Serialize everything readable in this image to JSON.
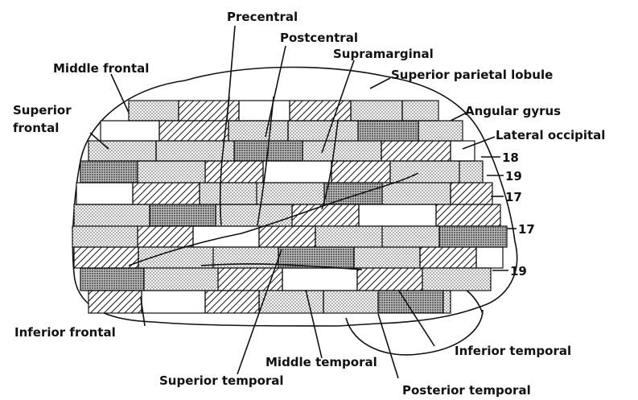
{
  "labels": {
    "precentral": "Precentral",
    "postcentral": "Postcentral",
    "supramarginal": "Supramarginal",
    "superior_parietal_lobule": "Superior parietal lobule",
    "middle_frontal": "Middle frontal",
    "superior_frontal_1": "Superior",
    "superior_frontal_2": "frontal",
    "angular_gyrus": "Angular gyrus",
    "lateral_occipital": "Lateral occipital",
    "inferior_frontal": "Inferior frontal",
    "middle_temporal": "Middle temporal",
    "superior_temporal": "Superior temporal",
    "inferior_temporal": "Inferior temporal",
    "posterior_temporal": "Posterior temporal"
  },
  "area_numbers": {
    "n18": "18",
    "n19a": "19",
    "n17a": "17",
    "n17b": "17",
    "n19b": "19"
  }
}
